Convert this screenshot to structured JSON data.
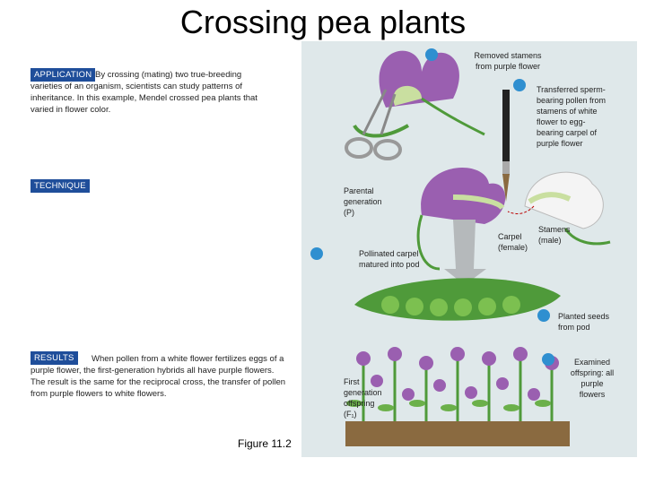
{
  "title": "Crossing pea plants",
  "application": {
    "badge": "APPLICATION",
    "text": "By crossing (mating) two true-breeding varieties of an organism, scientists can study patterns of inheritance. In this example, Mendel crossed pea plants that varied in flower color."
  },
  "technique": {
    "badge": "TECHNIQUE"
  },
  "results": {
    "badge": "RESULTS",
    "text": "When pollen from a white flower fertilizes eggs of a purple flower, the first-generation hybrids all have purple flowers. The result is the same for the reciprocal cross, the transfer of pollen from purple flowers to white flowers."
  },
  "figure_caption": "Figure 11.2",
  "diagram": {
    "step1": "Removed stamens from purple flower",
    "step2": "Transferred sperm-bearing pollen from stamens of white flower to egg-bearing carpel of purple flower",
    "parental": "Parental generation (P)",
    "carpel": "Carpel (female)",
    "stamens": "Stamens (male)",
    "step3": "Pollinated carpel matured into pod",
    "step4": "Planted seeds from pod",
    "step5": "Examined offspring: all purple flowers",
    "first_gen": "First generation offspring (F₁)"
  },
  "colors": {
    "badge": "#1f4e9a",
    "step_dot": "#2f8fd0",
    "panel_bg": "#dfe8ea",
    "flower_purple": "#9a5fb0",
    "leaf_green": "#4f9a3a"
  }
}
